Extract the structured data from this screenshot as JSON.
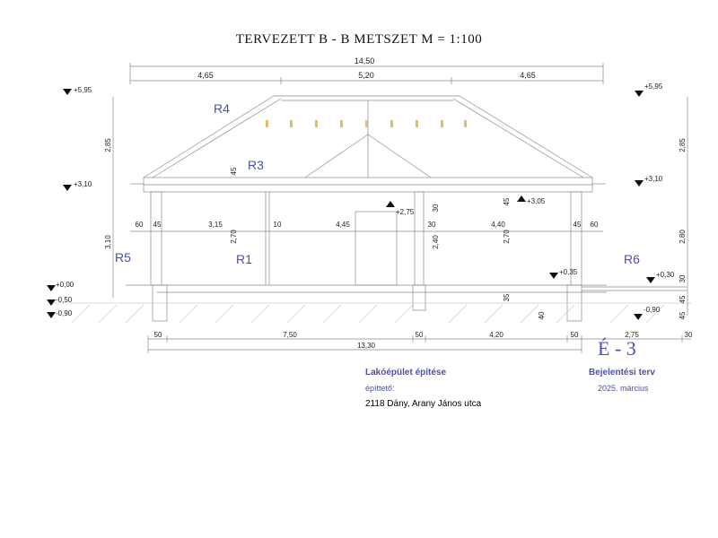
{
  "title": "TERVEZETT B - B METSZET  M = 1:100",
  "dims_top": {
    "total": "14,50",
    "left": "4,65",
    "mid": "5,20",
    "right": "4,65"
  },
  "dims_bottom": {
    "d1": "50",
    "d2": "7,50",
    "d3": "50",
    "d4": "4,20",
    "d5": "50",
    "d6": "2,75",
    "d7": "30",
    "total": "13,30"
  },
  "inner_dims": {
    "a": "60",
    "b": "45",
    "c": "3,15",
    "d": "10",
    "e": "4,45",
    "f": "30",
    "g": "4,40",
    "h": "45",
    "i": "60"
  },
  "vertical_dims": {
    "left_roof": "2,85",
    "left_wall": "3,10",
    "right_roof": "2,85",
    "right_wall": "2,80",
    "right_30": "30",
    "right_45a": "45",
    "right_45b": "45",
    "h270a": "2,70",
    "h240": "2,40",
    "h270b": "2,70",
    "v30": "30",
    "v45a": "45",
    "v45b": "45",
    "v35": "35",
    "v40": "40"
  },
  "levels": {
    "l595": "+5,95",
    "l310": "+3,10",
    "l000": "+0,00",
    "l050": "-0,50",
    "l090": "-0,90",
    "r595": "+5,95",
    "r310": "+3,10",
    "r035": "+0,35",
    "r030": "+0,30",
    "r090": "-0,90",
    "c275": "+2,75",
    "c305": "+3,05"
  },
  "layers": {
    "r1": "R1",
    "r3": "R3",
    "r4": "R4",
    "r5": "R5",
    "r6": "R6"
  },
  "titleblock": {
    "project": "Lakóépület építése",
    "client_label": "építtető:",
    "address": "2118 Dány, Arany János utca",
    "plan_type": "Bejelentési terv",
    "date": "2025. március",
    "sheet_no": "É - 3"
  },
  "colors": {
    "ink": "#222222",
    "accent": "#4a4fb0",
    "line": "#8a8a8a"
  }
}
